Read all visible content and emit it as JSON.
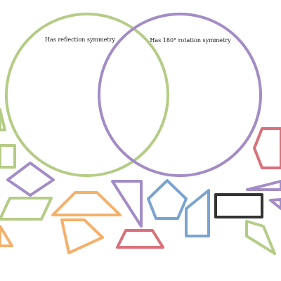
{
  "venn": {
    "circles": [
      {
        "label": "Has reflection symmetry",
        "color": "#b5cc86"
      },
      {
        "label": "Has 180° rotation symmetry",
        "color": "#a38cc6"
      }
    ]
  },
  "shapes": [
    {
      "name": "triangle-sliver-left-shape",
      "kind": "triangle",
      "color": "#b5cc86",
      "draggable": true
    },
    {
      "name": "rectangle-partial-left-shape",
      "kind": "rectangle",
      "color": "#b5cc86",
      "draggable": true
    },
    {
      "name": "rhombus-shape",
      "kind": "rhombus",
      "color": "#a38cc6",
      "draggable": true
    },
    {
      "name": "parallelogram-shape",
      "kind": "parallelogram",
      "color": "#b5cc86",
      "draggable": true
    },
    {
      "name": "triangle-partial-left-shape",
      "kind": "triangle",
      "color": "#f4b06a",
      "draggable": true
    },
    {
      "name": "isosceles-trapezoid-shape",
      "kind": "trapezoid",
      "color": "#f4b06a",
      "draggable": true
    },
    {
      "name": "quadrilateral-orange-shape",
      "kind": "quadrilateral",
      "color": "#f4b06a",
      "draggable": true
    },
    {
      "name": "right-triangle-shape",
      "kind": "triangle",
      "color": "#a38cc6",
      "draggable": true
    },
    {
      "name": "trapezoid-red-shape",
      "kind": "trapezoid",
      "color": "#d8717a",
      "draggable": true
    },
    {
      "name": "pentagon-shape",
      "kind": "pentagon",
      "color": "#7ba3d0",
      "draggable": true
    },
    {
      "name": "right-trapezoid-shape",
      "kind": "trapezoid",
      "color": "#7ba3d0",
      "draggable": true
    },
    {
      "name": "rectangle-black-shape",
      "kind": "rectangle",
      "color": "#333333",
      "draggable": true
    },
    {
      "name": "hexagon-shape",
      "kind": "hexagon",
      "color": "#d8717a",
      "draggable": true
    },
    {
      "name": "triangle-sliver-right-shape",
      "kind": "triangle",
      "color": "#a38cc6",
      "draggable": true
    },
    {
      "name": "triangle-partial-right-shape",
      "kind": "triangle",
      "color": "#a38cc6",
      "draggable": true
    },
    {
      "name": "quadrilateral-green-shape",
      "kind": "quadrilateral",
      "color": "#b5cc86",
      "draggable": true
    }
  ]
}
